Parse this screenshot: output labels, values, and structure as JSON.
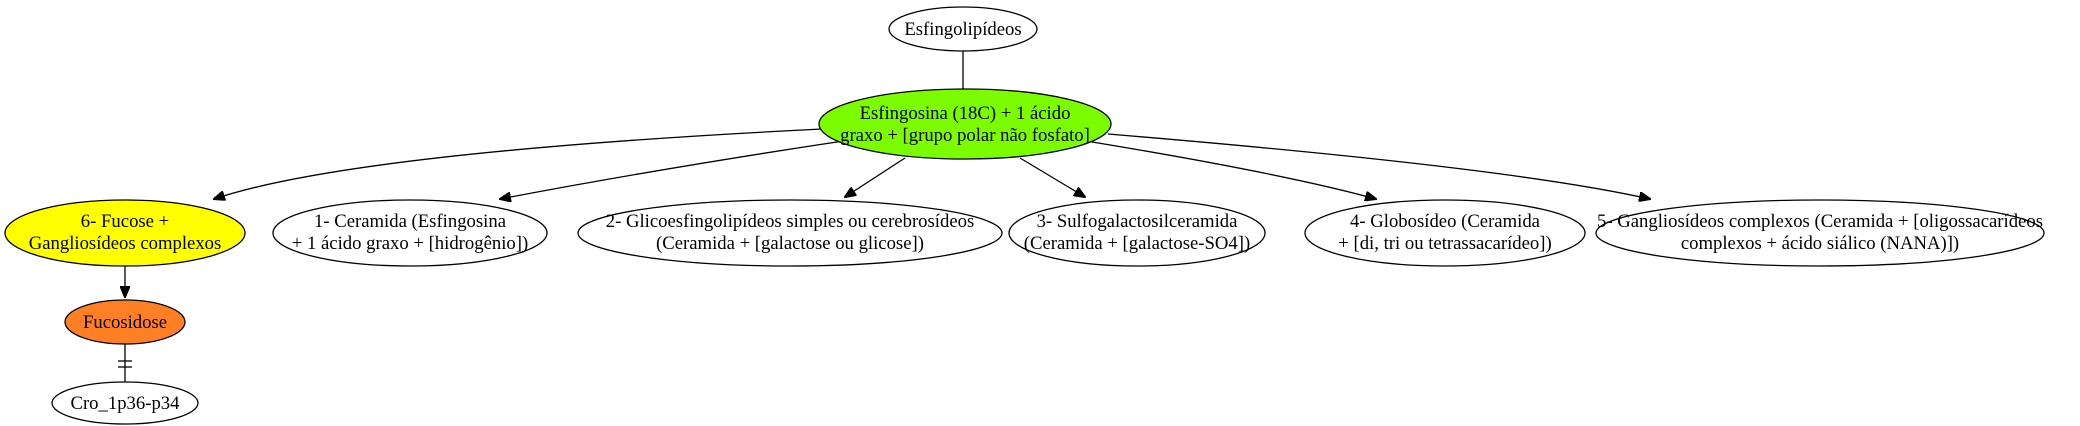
{
  "nodes": {
    "root": {
      "lines": [
        "Esfingolipídeos"
      ],
      "fill": "#ffffff"
    },
    "esfingosina": {
      "lines": [
        "Esfingosina (18C) + 1  ácido",
        "graxo + [grupo polar não fosfato]"
      ],
      "fill": "#7cfc00"
    },
    "fucose": {
      "lines": [
        "6- Fucose +",
        "Gangliosídeos complexos"
      ],
      "fill": "#ffff00"
    },
    "ceramida": {
      "lines": [
        "1- Ceramida (Esfingosina",
        "+ 1 ácido graxo + [hidrogênio])"
      ],
      "fill": "#ffffff"
    },
    "glicoesfingo": {
      "lines": [
        "2- Glicoesfingolipídeos simples ou cerebrosídeos",
        "(Ceramida + [galactose ou glicose])"
      ],
      "fill": "#ffffff"
    },
    "sulfogalacto": {
      "lines": [
        "3- Sulfogalactosilceramida",
        "(Ceramida + [galactose-SO4])"
      ],
      "fill": "#ffffff"
    },
    "globosideo": {
      "lines": [
        "4- Globosídeo (Ceramida",
        "+ [di, tri ou tetrassacarídeo])"
      ],
      "fill": "#ffffff"
    },
    "gangliosideos": {
      "lines": [
        "5- Gangliosídeos complexos (Ceramida + [oligossacarídeos",
        "complexos + ácido siálico (NANA)])"
      ],
      "fill": "#ffffff"
    },
    "fucosidose": {
      "lines": [
        "Fucosidose"
      ],
      "fill": "#ff7f24"
    },
    "cro": {
      "lines": [
        "Cro_1p36-p34"
      ],
      "fill": "#ffffff"
    }
  }
}
